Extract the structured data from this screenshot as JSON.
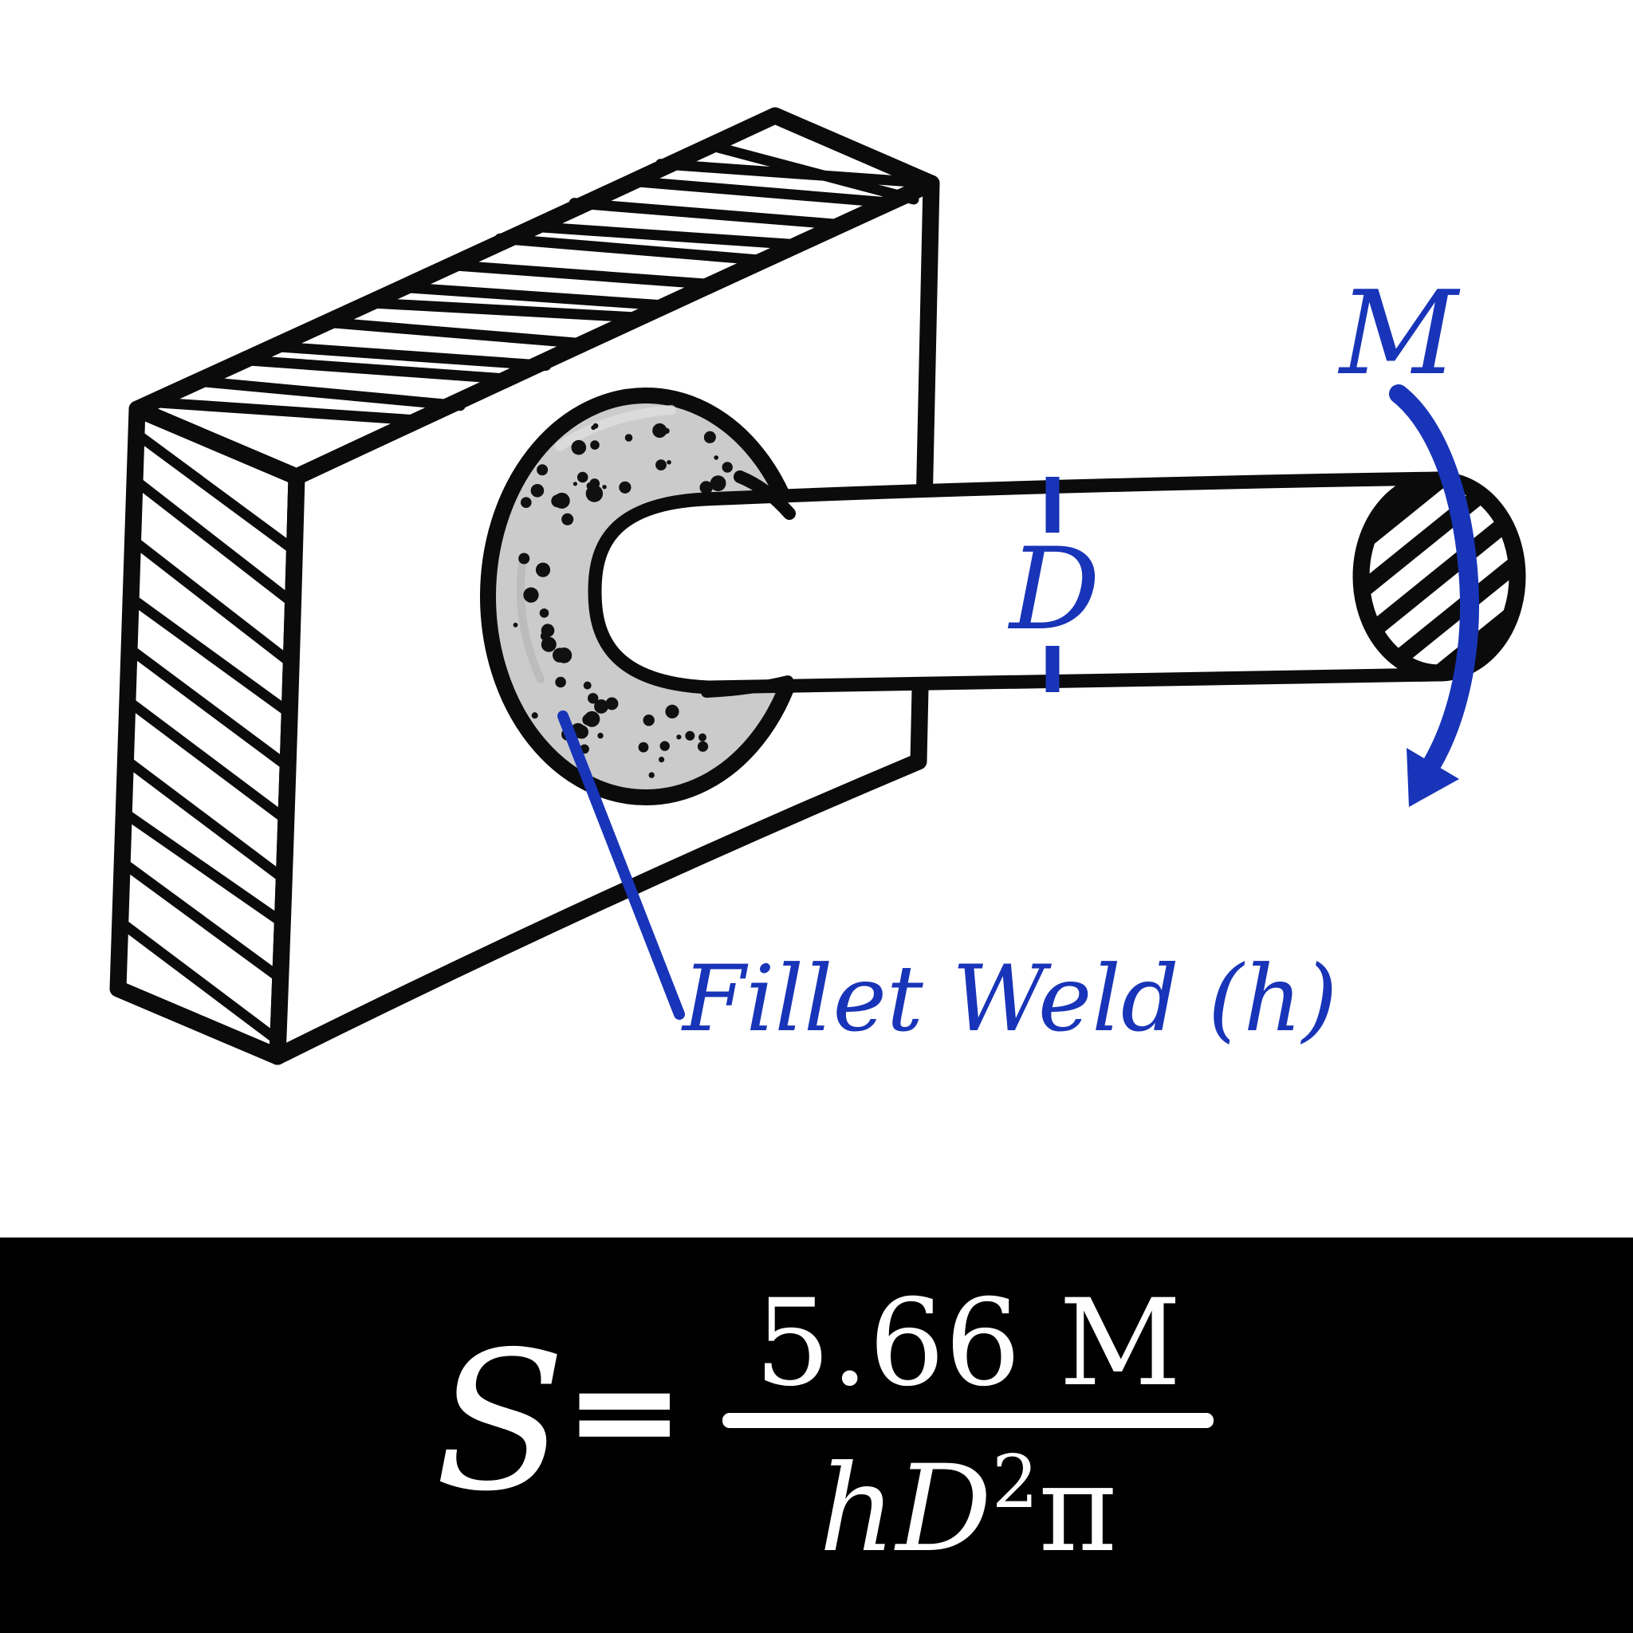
{
  "diagram": {
    "labels": {
      "moment": "M",
      "diameter": "D",
      "weld": "Fillet Weld (h)"
    },
    "colors": {
      "annotation_blue": "#1834b8",
      "ink": "#0b0b0b",
      "weld_gray": "#cbcbcb",
      "panel_black": "#000000",
      "formula_white": "#ffffff",
      "background": "#ffffff"
    }
  },
  "formula": {
    "lhs": "S",
    "equals": "=",
    "numerator": "5.66 M",
    "denominator_base": "hD",
    "denominator_exponent": "2",
    "denominator_pi": "π"
  }
}
